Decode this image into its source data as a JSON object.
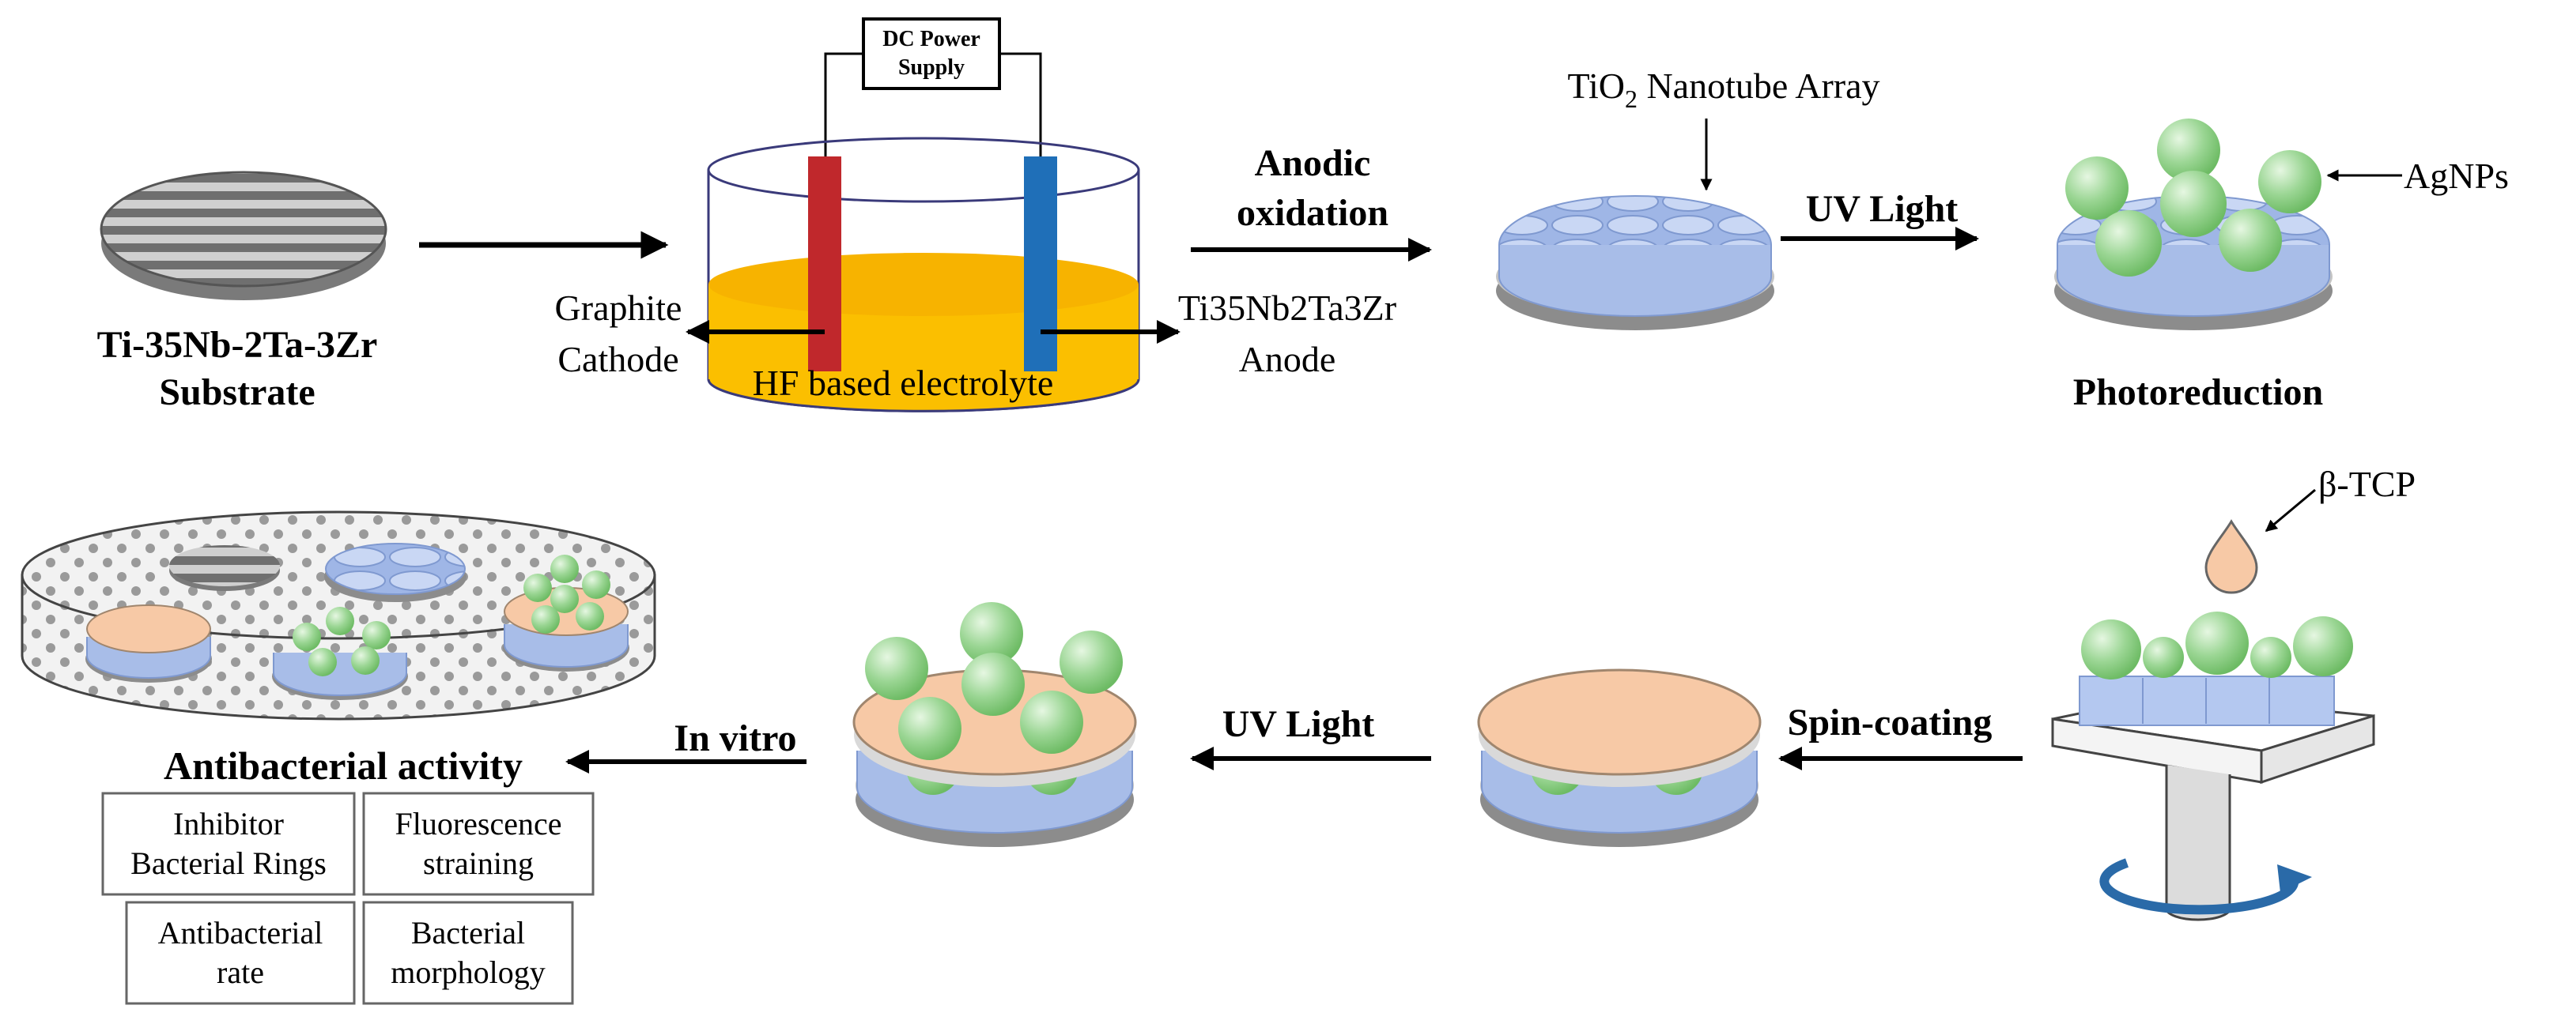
{
  "substrate": {
    "line1": "Ti-35Nb-2Ta-3Zr",
    "line2": "Substrate"
  },
  "power_supply": {
    "line1": "DC Power",
    "line2": "Supply"
  },
  "cathode": {
    "line1": "Graphite",
    "line2": "Cathode"
  },
  "anode": {
    "line1": "Ti35Nb2Ta3Zr",
    "line2": "Anode"
  },
  "electrolyte": "HF based electrolyte",
  "anodic": {
    "line1": "Anodic",
    "line2": "oxidation"
  },
  "nanotube": {
    "prefix": "TiO",
    "sub": "2",
    "suffix": " Nanotube Array"
  },
  "uv1": "UV Light",
  "agnps": "AgNPs",
  "photoreduction": "Photoreduction",
  "btcp": "β-TCP",
  "spin": "Spin-coating",
  "uv2": "UV Light",
  "invitro": "In vitro",
  "antibacterial_title": "Antibacterial activity",
  "assays": [
    {
      "line1": "Inhibitor",
      "line2": "Bacterial Rings"
    },
    {
      "line1": "Fluorescence",
      "line2": "straining"
    },
    {
      "line1": "Antibacterial",
      "line2": "rate"
    },
    {
      "line1": "Bacterial",
      "line2": "morphology"
    }
  ],
  "colors": {
    "electrolyte": "#fbbf00",
    "cathode": "#c0282c",
    "anode": "#1f6fb8",
    "nanotube": "#b4c8f0",
    "agnp": "#94d48c",
    "btcp": "#f7c9a6",
    "substrate": "#9a9a9a"
  }
}
